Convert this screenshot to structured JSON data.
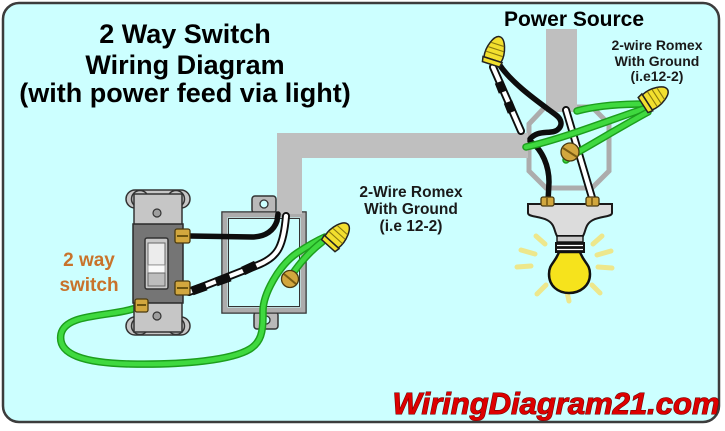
{
  "title": {
    "line1": "2 Way Switch",
    "line2": "Wiring Diagram",
    "line3": "(with power feed via light)"
  },
  "power_source_label": "Power Source",
  "romex_label_right": {
    "line1": "2-wire Romex",
    "line2": "With Ground",
    "line3": "(i.e12-2)"
  },
  "romex_label_middle": {
    "line1": "2-Wire Romex",
    "line2": "With Ground",
    "line3": "(i.e 12-2)"
  },
  "switch_label": {
    "line1": "2 way",
    "line2": "switch"
  },
  "watermark": "WiringDiagram21.com",
  "colors": {
    "panel_background": "#CCFFFF",
    "panel_border": "#3C3C3C",
    "conduit_gray": "#BFBFBF",
    "box_outline_gray": "#ACACAC",
    "wire_black": "#0D0D0D",
    "wire_white": "#FFFFFF",
    "wire_green": "#3FD93F",
    "wire_nut_yellow": "#F2DF2E",
    "bulb_yellow": "#F6E31C",
    "light_ray_yellow": "#EDE78C",
    "brass_screw": "#D2A73E",
    "switch_label_orange": "#C8732B",
    "watermark_red": "#DD0000"
  }
}
